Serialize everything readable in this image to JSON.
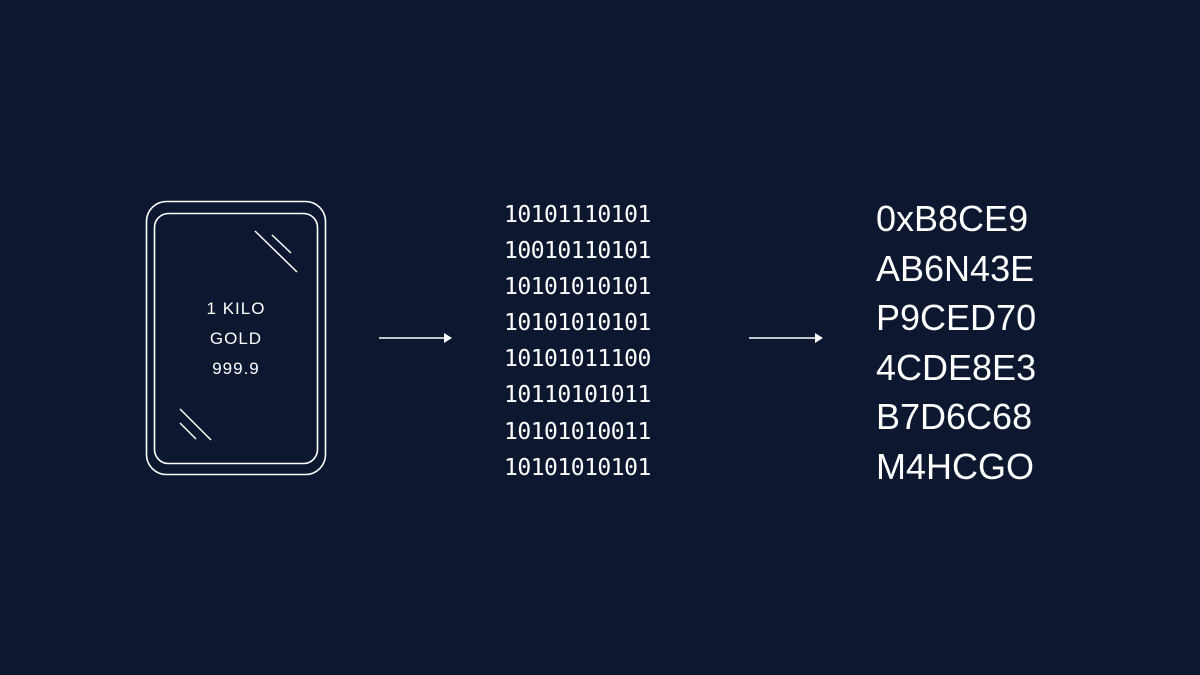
{
  "gold_bar": {
    "line1": "1 KILO",
    "line2": "GOLD",
    "line3": "999.9"
  },
  "binary": [
    "10101110101",
    "10010110101",
    "10101010101",
    "10101010101",
    "10101011100",
    "10110101011",
    "10101010011",
    "10101010101"
  ],
  "hex": [
    "0xB8CE9",
    "AB6N43E",
    "P9CED70",
    "4CDE8E3",
    "B7D6C68",
    "M4HCGO"
  ],
  "colors": {
    "background": "#0d1730",
    "foreground": "#ffffff"
  },
  "icons": [
    "gold-bar-icon",
    "arrow-right-icon",
    "arrow-right-icon"
  ]
}
